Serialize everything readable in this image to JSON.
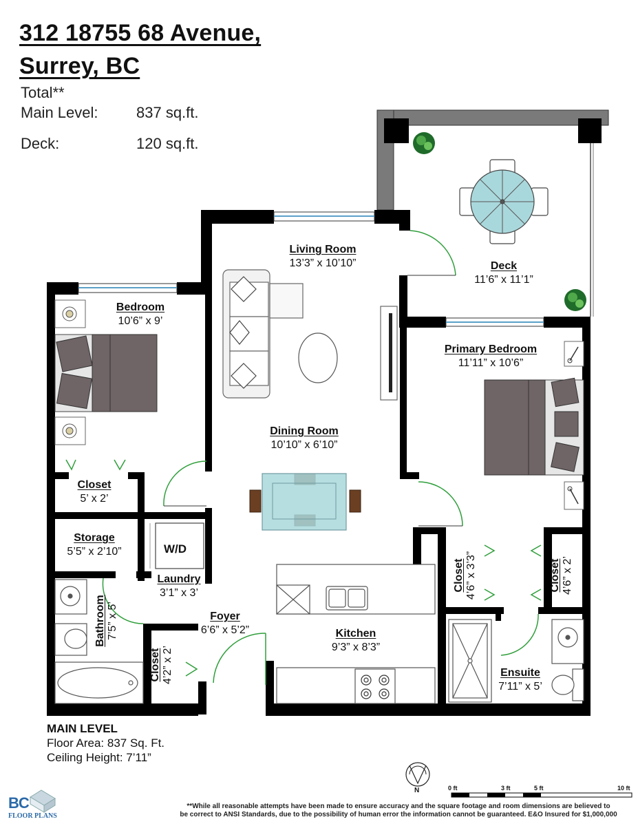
{
  "header": {
    "address_line1": "312 18755  68 Avenue,",
    "address_line2": "Surrey, BC",
    "total_label": "Total**",
    "main_level_label": "Main Level:",
    "main_level_value": "837 sq.ft.",
    "deck_label": "Deck:",
    "deck_value": "120 sq.ft."
  },
  "rooms": {
    "living": {
      "name": "Living Room",
      "dim": "13’3” x 10’10”"
    },
    "deck": {
      "name": "Deck",
      "dim": "11’6” x 11’1”"
    },
    "bedroom": {
      "name": "Bedroom",
      "dim": "10’6” x 9’"
    },
    "primary": {
      "name": "Primary Bedroom",
      "dim": "11’11” x 10’6”"
    },
    "dining": {
      "name": "Dining Room",
      "dim": "10’10” x 6’10”"
    },
    "closet1": {
      "name": "Closet",
      "dim": "5’ x 2’"
    },
    "storage": {
      "name": "Storage",
      "dim": "5’5” x 2’10”"
    },
    "wd": "W/D",
    "laundry": {
      "name": "Laundry",
      "dim": "3’1” x 3’"
    },
    "bathroom": {
      "name": "Bathroom",
      "dim": "7’5” x 5’"
    },
    "foyer": {
      "name": "Foyer",
      "dim": "6’6” x 5’2”"
    },
    "closet_foyer": {
      "name": "Closet",
      "dim": "4’2” x 2’"
    },
    "kitchen": {
      "name": "Kitchen",
      "dim": "9’3” x 8’3”"
    },
    "closet_left": {
      "name": "Closet",
      "dim": "4’6” x 3’3”"
    },
    "closet_right": {
      "name": "Closet",
      "dim": "4’6” x 2’"
    },
    "ensuite": {
      "name": "Ensuite",
      "dim": "7’11” x 5’"
    }
  },
  "footer": {
    "main_level": "MAIN LEVEL",
    "floor_area": "Floor Area: 837 Sq. Ft.",
    "ceiling_height": "Ceiling Height: 7’11”",
    "north": "N",
    "scale_labels": [
      "0 ft",
      "3 ft",
      "5 ft",
      "10 ft"
    ],
    "logo_text_1": "BC",
    "logo_text_2": "FLOOR PLANS",
    "disclaimer_1": "**While all reasonable attempts have been made to ensure accuracy and the square footage and room dimensions are believed to",
    "disclaimer_2": "be correct to ANSI Standards, due to the possibility of human error the information cannot be guaranteed. E&O Insured for $1,000,000"
  },
  "colors": {
    "wall": "#000000",
    "deck_wall": "#7a7a7a",
    "door_swing": "#2e9e3a",
    "bed": "#6f6466",
    "glass": "#a9d8dc",
    "chair": "#6b3f22",
    "window": "#5aa0c8"
  }
}
